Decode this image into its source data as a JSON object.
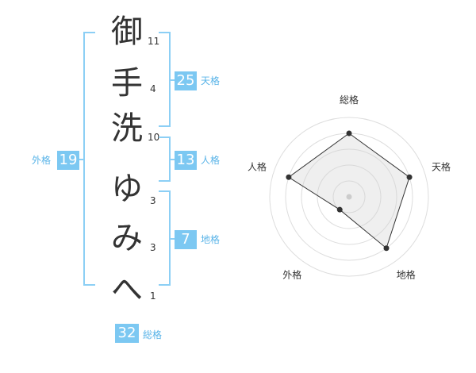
{
  "name_chars": [
    "御",
    "手",
    "洗",
    "ゆ",
    "み",
    "へ"
  ],
  "stroke_counts": [
    "11",
    "4",
    "10",
    "3",
    "3",
    "1"
  ],
  "fortune": {
    "tenkaku": {
      "label": "天格",
      "value": "25"
    },
    "jinkaku": {
      "label": "人格",
      "value": "13"
    },
    "chikaku": {
      "label": "地格",
      "value": "7"
    },
    "gaikaku": {
      "label": "外格",
      "value": "19"
    },
    "soukaku": {
      "label": "総格",
      "value": "32"
    }
  },
  "chart_data": {
    "type": "radar",
    "axes": [
      "総格",
      "天格",
      "地格",
      "外格",
      "人格"
    ],
    "values": [
      4,
      4,
      4,
      1,
      4
    ],
    "rmax": 5,
    "rings": 5
  },
  "colors": {
    "accent": "#7cc8f2",
    "bracket": "#8ccff5",
    "label": "#5ab4e8"
  }
}
